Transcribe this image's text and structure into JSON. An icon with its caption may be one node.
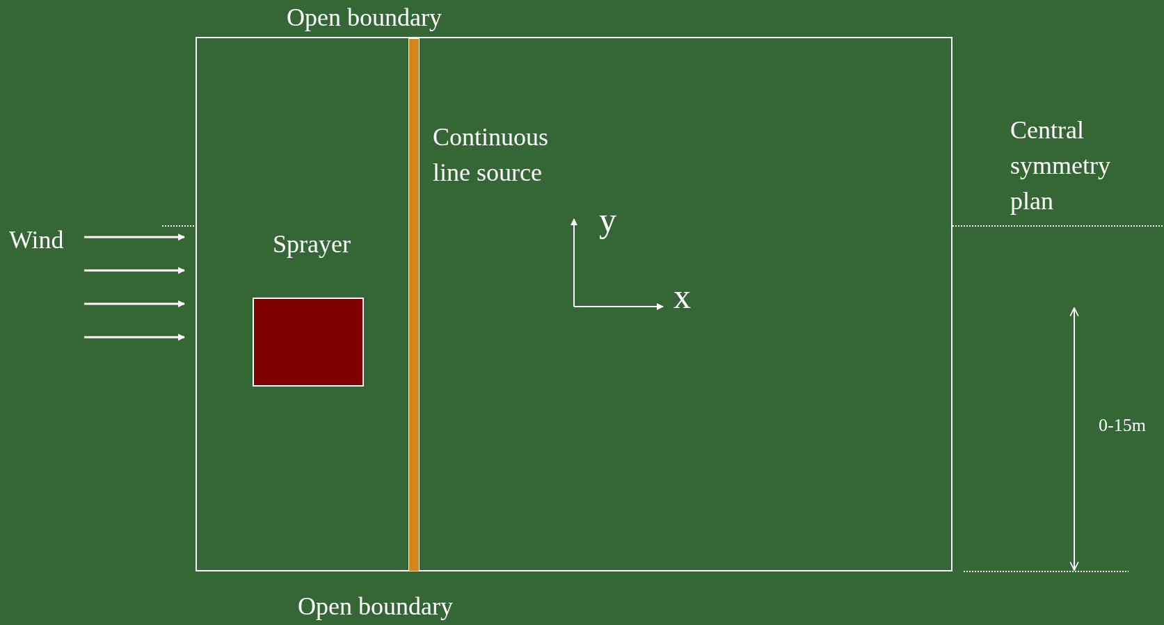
{
  "diagram": {
    "nodes": [
      {
        "text": [],
        "shape": "box"
      },
      {
        "text": [
          "Sprayer"
        ],
        "in": 0
      },
      {
        "text": [
          "Continuous line source"
        ],
        "in": 0
      }
    ],
    "labels": [
      "Open boundary",
      "Central symmetry plan",
      "Wind",
      "y",
      "x",
      "0-15m",
      "Open boundary"
    ]
  }
}
